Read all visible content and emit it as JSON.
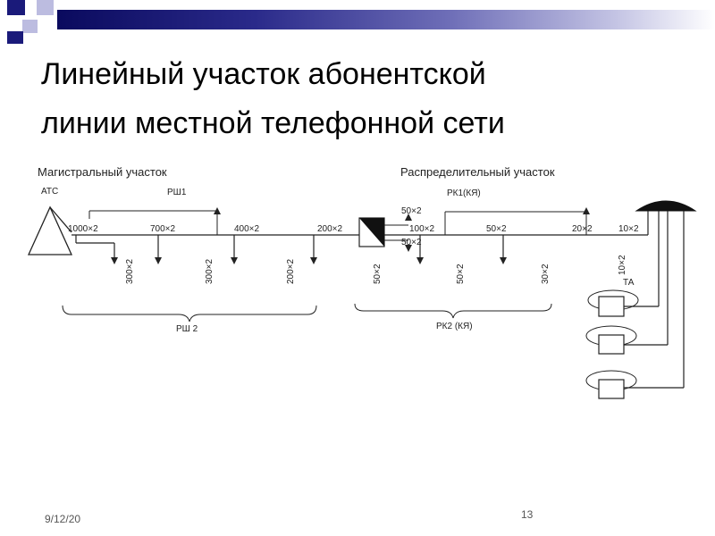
{
  "header": {
    "title_line1": "Линейный участок абонентской",
    "title_line2": "линии местной телефонной сети"
  },
  "colors": {
    "bar_dark": "#0a0a5e",
    "bar_light": "#c4c4e4",
    "deco_square": "#1a1a7a",
    "deco_square_light": "#bcbce0"
  },
  "diagram": {
    "main_section": "Магистральный участок",
    "dist_section": "Распределительный участок",
    "exchange": "АТС",
    "rsh1": "РШ1",
    "rk1": "РК1(КЯ)",
    "rsh2": "РШ 2",
    "rk2": "РК2 (КЯ)",
    "ta": "ТА",
    "cable_1000": "1000×2",
    "cable_700": "700×2",
    "cable_400": "400×2",
    "cable_200": "200×2",
    "cable_100": "100×2",
    "cable_50": "50×2",
    "cable_20": "20×2",
    "cable_10": "10×2",
    "box_top_50": "50×2",
    "box_bot_50": "50×2",
    "drop_300a": "300×2",
    "drop_300b": "300×2",
    "drop_200": "200×2",
    "drop_50a": "50×2",
    "drop_50b": "50×2",
    "drop_30": "30×2",
    "drop_10": "10×2"
  },
  "footer": {
    "date": "9/12/20",
    "page": "13"
  }
}
